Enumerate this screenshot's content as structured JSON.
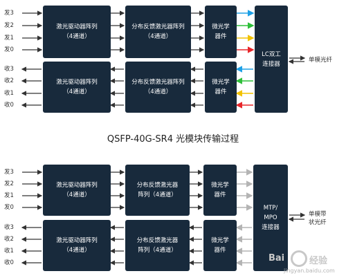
{
  "top": {
    "tx_labels": [
      "发3",
      "发2",
      "发1",
      "发0"
    ],
    "rx_labels": [
      "收3",
      "收2",
      "收1",
      "收0"
    ],
    "driver_array": {
      "line1": "激光驱动器阵列",
      "line2": "（4通道）"
    },
    "dfb_array": {
      "line1": "分布反馈激光器阵列",
      "line2": "（4通道）"
    },
    "micro_optics_tx": {
      "line1": "微光学",
      "line2": "器件"
    },
    "micro_optics_rx": {
      "line1": "微光学",
      "line2": "器件"
    },
    "receiver_array": {
      "line1": "激光驱动器阵列",
      "line2": "（4通道）"
    },
    "detector_array": {
      "line1": "分布反馈激光器阵列",
      "line2": "（4通道）"
    },
    "connector": {
      "line1": "LC双工",
      "line2": "连接器"
    },
    "fiber_label": "单模光纤",
    "lane_colors": [
      "#1ea0e6",
      "#2fbf3a",
      "#f2c200",
      "#e8262a"
    ]
  },
  "caption": "QSFP-40G-SR4 光模块传输过程",
  "bottom": {
    "tx_labels": [
      "发3",
      "发2",
      "发1",
      "发0"
    ],
    "rx_labels": [
      "收3",
      "收2",
      "收1",
      "收0"
    ],
    "driver_array": {
      "line1": "激光驱动器阵列",
      "line2": "（4通道）"
    },
    "dfb_array": {
      "line1": "分布反馈激光器",
      "line2": "阵列（4通道）"
    },
    "micro_optics_tx": {
      "line1": "微光学",
      "line2": "器件"
    },
    "micro_optics_rx": {
      "line1": "微光学",
      "line2": "器件"
    },
    "receiver_array": {
      "line1": "激光驱动器阵列",
      "line2": "（4通道）"
    },
    "detector_array": {
      "line1": "分布反馈激光器",
      "line2": "阵列（4通道）"
    },
    "connector": {
      "line1": "MTP/",
      "line2": "MPO",
      "line3": "连接器"
    },
    "fiber_label": {
      "line1": "单模带",
      "line2": "状光纤"
    },
    "lane_color": "#b4b4b4"
  },
  "watermark": {
    "brand": "Bai",
    "brand2": "经验",
    "url": "jingyan.baidu.com"
  }
}
